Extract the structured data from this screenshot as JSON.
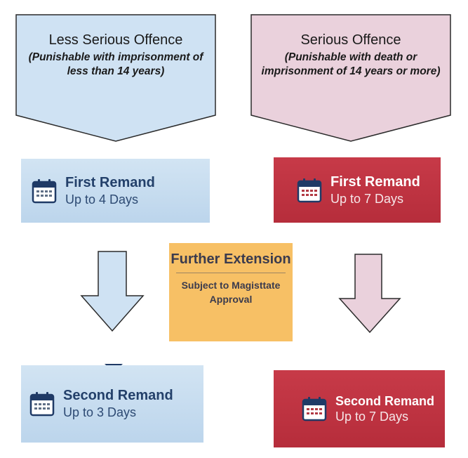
{
  "left_column": {
    "header": {
      "title": "Less Serious Offence",
      "subtitle": "(Punishable with imprisonment of less than 14 years)"
    },
    "first_remand": {
      "label": "First Remand",
      "duration": "Up to 4 Days"
    },
    "second_remand": {
      "label": "Second Remand",
      "duration": "Up to 3 Days"
    }
  },
  "right_column": {
    "header": {
      "title": "Serious Offence",
      "subtitle": "(Punishable with death or imprisonment of 14 years or more)"
    },
    "first_remand": {
      "label": "First Remand",
      "duration": "Up to 7 Days"
    },
    "second_remand": {
      "label": "Second Remand",
      "duration": "Up to 7 Days"
    }
  },
  "extension": {
    "title": "Further Extension",
    "subtitle": "Subject to Magisttate Approval"
  },
  "colors": {
    "left_header_fill": "#cfe2f3",
    "right_header_fill": "#ead1dc",
    "blue_box": "#c6dcef",
    "red_box": "#bf3242",
    "extension_box": "#f7c065",
    "calendar_icon": "#1f3a66"
  },
  "icons": {
    "remand": "calendar-icon",
    "flow": "down-arrow-icon",
    "header": "pentagon-shape"
  }
}
